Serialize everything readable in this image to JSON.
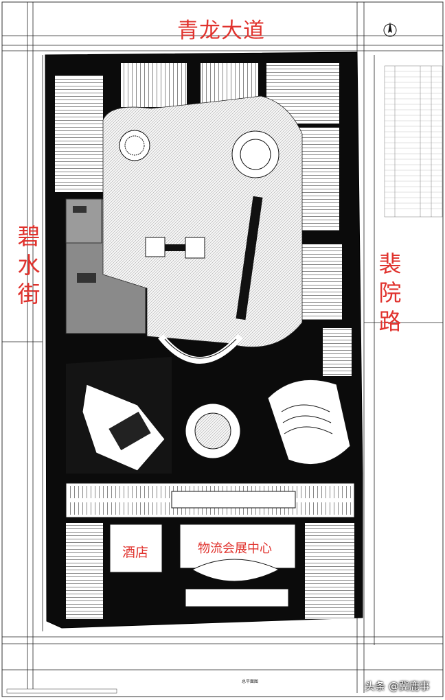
{
  "labels": {
    "top_road": "青龙大道",
    "left_road": "碧水街",
    "right_road": "裴院路",
    "hotel": "酒店",
    "expo_center": "物流会展中心"
  },
  "watermark": "头条 @冀鹿事",
  "drawing_title": "总平面图",
  "colors": {
    "label_red": "#e0322d",
    "lines": "#111111",
    "gray_zone": "#8a8a8a"
  }
}
